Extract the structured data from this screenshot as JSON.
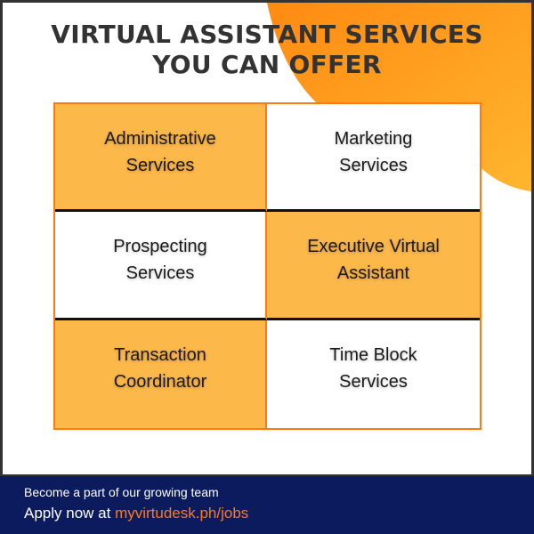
{
  "title": {
    "line1": "VIRTUAL ASSISTANT SERVICES",
    "line2": "YOU CAN OFFER"
  },
  "colors": {
    "accent_orange": "#ff7a10",
    "cell_orange": "#fdb84a",
    "footer_navy": "#0c1b5e",
    "title_dark": "#333333"
  },
  "services": [
    {
      "line1": "Administrative",
      "line2": "Services",
      "highlight": true
    },
    {
      "line1": "Marketing",
      "line2": "Services",
      "highlight": false
    },
    {
      "line1": "Prospecting",
      "line2": "Services",
      "highlight": false
    },
    {
      "line1": "Executive Virtual",
      "line2": "Assistant",
      "highlight": true
    },
    {
      "line1": "Transaction",
      "line2": "Coordinator",
      "highlight": true
    },
    {
      "line1": "Time Block",
      "line2": "Services",
      "highlight": false
    }
  ],
  "footer": {
    "tagline": "Become a part of our growing team",
    "apply_prefix": "Apply now at ",
    "apply_link": "myvirtudesk.ph/jobs"
  }
}
